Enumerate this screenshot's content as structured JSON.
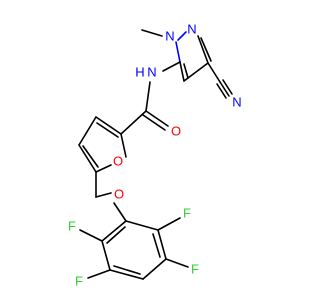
{
  "molecule": {
    "colors": {
      "carbon": "#000000",
      "nitrogen": "#0000ff",
      "oxygen": "#ff0000",
      "fluorine": "#33cc33",
      "background": "#ffffff"
    },
    "labels": {
      "pyrazole_n1": "N",
      "pyrazole_n2": "N",
      "amide_n": "N",
      "amide_h": "H",
      "nitrile_n": "N",
      "carbonyl_o": "O",
      "furan_o": "O",
      "ether_o": "O",
      "f_top_left": "F",
      "f_top_right": "F",
      "f_bottom_left": "F",
      "f_bottom_right": "F"
    }
  }
}
